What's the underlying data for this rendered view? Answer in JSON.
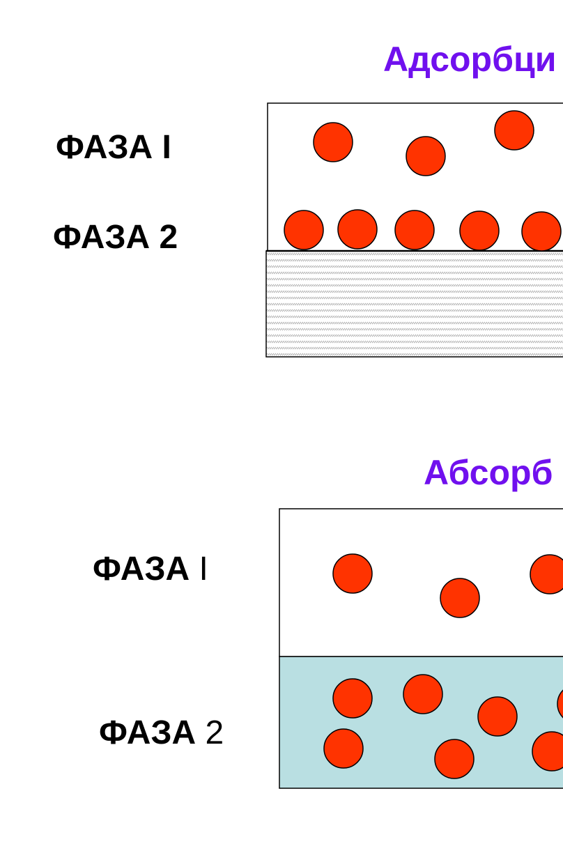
{
  "adsorption": {
    "title": "Адсорбци",
    "phase1": {
      "word": "ФАЗА",
      "num": "I"
    },
    "phase2": {
      "word": "ФАЗА",
      "num": "2"
    }
  },
  "absorption": {
    "title": "Абсорб",
    "phase1": {
      "word": "ФАЗА",
      "num": "I"
    },
    "phase2": {
      "word": "ФАЗА",
      "num": "2"
    }
  },
  "colors": {
    "title": "#7010ee",
    "particle": "#ff3300",
    "absorbent_liquid": "#b9dfe2",
    "hatched_solid": "#c8c8c8"
  }
}
